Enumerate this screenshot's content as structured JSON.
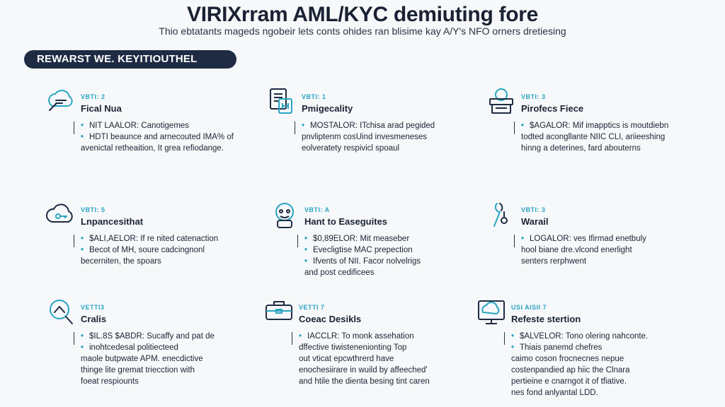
{
  "header": {
    "title": "VIRIXrram AML/KYC demiuting fore",
    "subtitle": "Thio ebtatants mageds ngobeir lets conts ohides ran blisime kay A/Y's NFO orners dretiesing",
    "banner": "REWARST WE. KEYITIOUTHEL"
  },
  "cards": [
    {
      "step": "VBTI: 2",
      "name": "Fical Nua",
      "icon": "cloud-chat-icon",
      "bullets": [
        "NIT LAALOR: Canotigemes",
        "HDTI beaunce and arnecouted IMA% of"
      ],
      "cont": [
        "avenictal retheaition, It grea refiodange."
      ]
    },
    {
      "step": "VBTI: 1",
      "name": "Pmigecality",
      "icon": "document-icon",
      "bullets": [
        "MOSTALOR: ITchisa arad pegided"
      ],
      "cont": [
        "pnvliptenm cosUind invesmeneses",
        "eolveratety respivicl spoaul"
      ]
    },
    {
      "step": "VBTI: 3",
      "name": "Pirofecs Fiece",
      "icon": "device-stack-icon",
      "bullets": [
        "$AGALOR: Mif imapptics is moutdiebn"
      ],
      "cont": [
        "todted acongllante NIIC CLI, ariieeshing",
        "hinng a deterines, fard abouterns"
      ]
    },
    {
      "step": "VBTI: 5",
      "name": "Lnpancesithat",
      "icon": "cloud-key-icon",
      "bullets": [
        "$ALI,AELOR: If re nited catenaction",
        "Becot of MH, soure cadcingnonl"
      ],
      "cont": [
        "becerniten, the spoars"
      ]
    },
    {
      "step": "VBTI: A",
      "name": "Hant to Easeguites",
      "icon": "robot-icon",
      "bullets": [
        "$0,89ELOR: Mit measeber",
        "Evecligtise MAC prepection",
        "Ifvents of NII. Facor nolvelrigs"
      ],
      "cont": [
        "and post cedificees"
      ]
    },
    {
      "step": "VBTI: 3",
      "name": "Warail",
      "icon": "wrench-icon",
      "bullets": [
        "LOGALOR: ves Ifirmad enetbuly"
      ],
      "cont": [
        "hool biane dre.vlcond enerlight",
        "senters rerphwent"
      ]
    },
    {
      "step": "VETTI3",
      "name": "Cralis",
      "icon": "magnifier-icon",
      "bullets": [
        "$IL.8S $ABDR: Sucaffy and pat de",
        "inohtcedesal politiecteed"
      ],
      "cont": [
        "maole butpwate APM. enecdictive",
        "thinge lite gremat triecction with",
        "foeat respiounts"
      ]
    },
    {
      "step": "VETTI 7",
      "name": "Coeac Desikls",
      "icon": "briefcase-icon",
      "bullets": [
        "IACCLR: To monk assehation"
      ],
      "cont": [
        "dffective tiwistenenionting Top",
        "out vticat epcwthrerd have",
        "enochesiirare in wuild by affeeched'",
        "and htile the dienta besing tint caren"
      ]
    },
    {
      "step": "USI AISII 7",
      "name": "Refeste stertion",
      "icon": "server-network-icon",
      "bullets": [
        "$ALVELOR: Tono olering nahconte.",
        "Thiais panemd chefres"
      ],
      "cont": [
        "caimo coson frocnecnes nepue",
        "costenpandied ap hiic the Clnara",
        "pertieine e cnarngot it of tfiative.",
        "nes fond anlyantal LDD."
      ]
    }
  ],
  "colors": {
    "accent": "#2aa4c2",
    "navy": "#1e2b42"
  }
}
